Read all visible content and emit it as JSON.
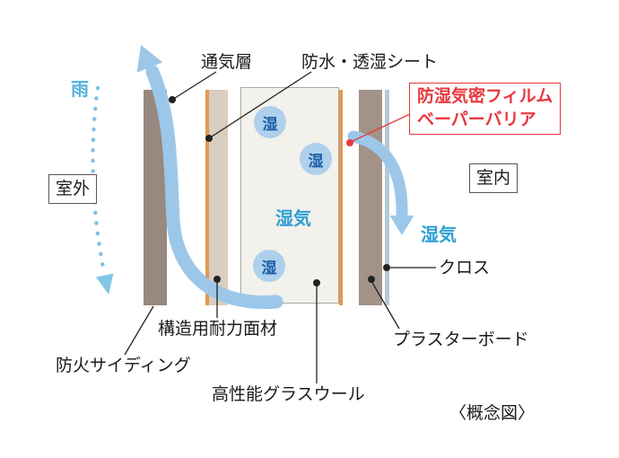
{
  "figure": {
    "caption": "〈概念図〉"
  },
  "labels": {
    "rain": "雨",
    "outdoor": "室外",
    "indoor": "室内",
    "vent_layer": "通気層",
    "waterproof_breathable_sheet": "防水・透湿シート",
    "vapor_barrier_film": [
      "防湿気密フィルム",
      "ベーパーバリア"
    ],
    "cloth": "クロス",
    "structural_panel": "構造用耐力面材",
    "fireproof_siding": "防火サイディング",
    "plasterboard": "プラスターボード",
    "glass_wool": "高性能グラスウール",
    "moisture_drop": "湿",
    "moisture_vapor": "湿気"
  },
  "colors": {
    "accent_red": "#e8383d",
    "arrow_blue": "#9cc7e9",
    "rain_blue": "#54b2dc",
    "vapor_text_blue": "#2e9fd4",
    "drop_fill": "#aed0ec",
    "drop_text": "#1b5ea6",
    "siding_fill": "#97897f",
    "sheet_orange": "#e09a50",
    "panel_fill": "#d9cec0",
    "insulation_fill": "#f2f1ec",
    "plasterboard_fill": "#a39288",
    "cloth_fill": "#b5c9d6"
  }
}
